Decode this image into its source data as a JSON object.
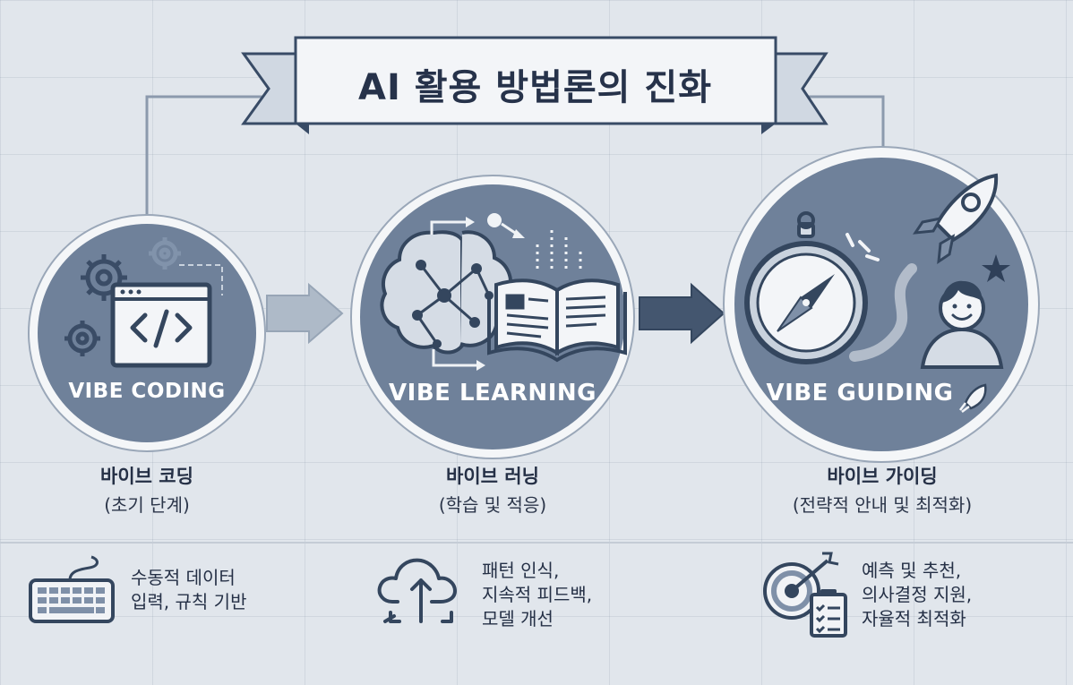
{
  "title": "AI 활용 방법론의 진화",
  "colors": {
    "background": "#e1e6ec",
    "circle_fill": "#6f819a",
    "circle_ring": "#f4f6f8",
    "dark_accent": "#384b66",
    "arrow_light": "#aeb9c7",
    "arrow_dark": "#425570"
  },
  "stages": [
    {
      "circle_label": "VIBE CODING",
      "name": "바이브 코딩",
      "subtitle": "(초기 단계)",
      "description": [
        "수동적 데이터",
        "입력, 규칙 기반"
      ],
      "icons": [
        "gear-icon",
        "code-window-icon",
        "keyboard-icon"
      ]
    },
    {
      "circle_label": "VIBE LEARNING",
      "name": "바이브 러닝",
      "subtitle": "(학습 및 적응)",
      "description": [
        "패턴 인식,",
        "지속적 피드백,",
        "모델 개선"
      ],
      "icons": [
        "brain-network-icon",
        "open-book-icon",
        "cloud-sync-icon"
      ]
    },
    {
      "circle_label": "VIBE GUIDING",
      "name": "바이브 가이딩",
      "subtitle": "(전략적 안내 및 최적화)",
      "description": [
        "예측 및 추천,",
        "의사결정 지원,",
        "자율적 최적화"
      ],
      "icons": [
        "compass-icon",
        "rocket-icon",
        "person-icon",
        "star-icon",
        "target-checklist-icon"
      ]
    }
  ]
}
